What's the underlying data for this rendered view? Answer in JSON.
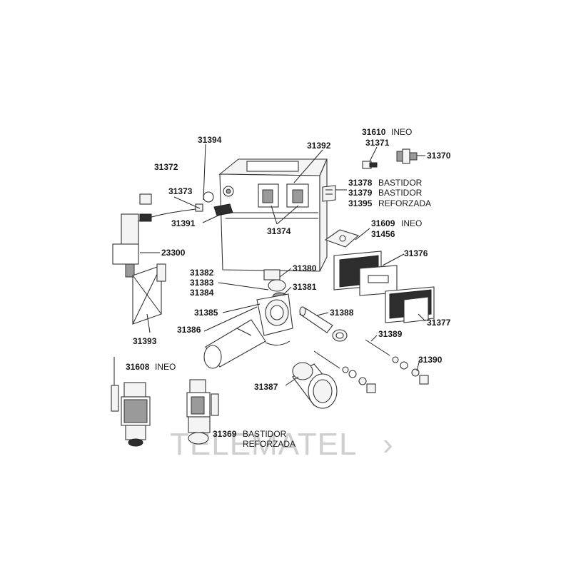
{
  "labels": {
    "l31394": "31394",
    "l31392": "31392",
    "l31610": "31610",
    "l31610_suffix": "INEO",
    "l31371": "31371",
    "l31370": "31370",
    "l31372": "31372",
    "l31373": "31373",
    "l31378": "31378",
    "l31378_suffix": "BASTIDOR",
    "l31379": "31379",
    "l31379_suffix": "BASTIDOR",
    "l31395": "31395",
    "l31395_suffix": "REFORZADA",
    "l31391": "31391",
    "l31374": "31374",
    "l31609": "31609",
    "l31609_suffix": "INEO",
    "l31456": "31456",
    "l23300": "23300",
    "l31376": "31376",
    "l31382": "31382",
    "l31383": "31383",
    "l31384": "31384",
    "l31380": "31380",
    "l31381": "31381",
    "l31385": "31385",
    "l31388": "31388",
    "l31377": "31377",
    "l31393": "31393",
    "l31386": "31386",
    "l31389": "31389",
    "l31390": "31390",
    "l31608": "31608",
    "l31608_suffix": "INEO",
    "l31387": "31387",
    "l31369": "31369",
    "l31369_suffix": "BASTIDOR",
    "l31369_suffix2": "REFORZADA"
  },
  "watermark": {
    "text": "TELEMATEL",
    "chevron": "›"
  }
}
